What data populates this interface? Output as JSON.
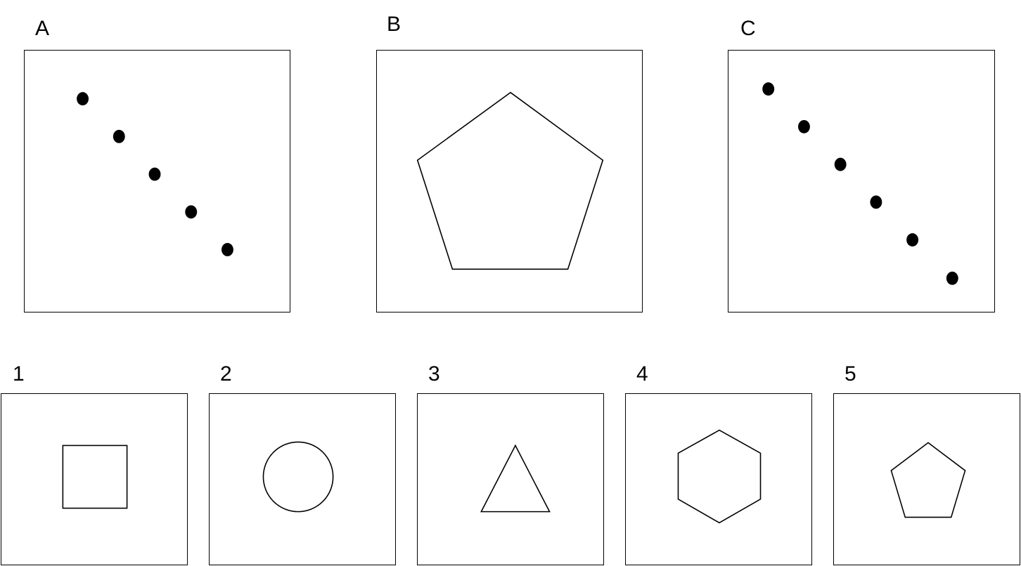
{
  "puzzle": {
    "sequence": [
      {
        "label": "A",
        "figure": "diagonal-dots",
        "dot_count": 5
      },
      {
        "label": "B",
        "figure": "pentagon-outline"
      },
      {
        "label": "C",
        "figure": "diagonal-dots",
        "dot_count": 6
      }
    ],
    "options": [
      {
        "label": "1",
        "figure": "square-outline"
      },
      {
        "label": "2",
        "figure": "circle-outline"
      },
      {
        "label": "3",
        "figure": "triangle-outline"
      },
      {
        "label": "4",
        "figure": "hexagon-outline"
      },
      {
        "label": "5",
        "figure": "pentagon-outline"
      }
    ]
  },
  "colors": {
    "stroke": "#000000",
    "background": "#ffffff"
  }
}
